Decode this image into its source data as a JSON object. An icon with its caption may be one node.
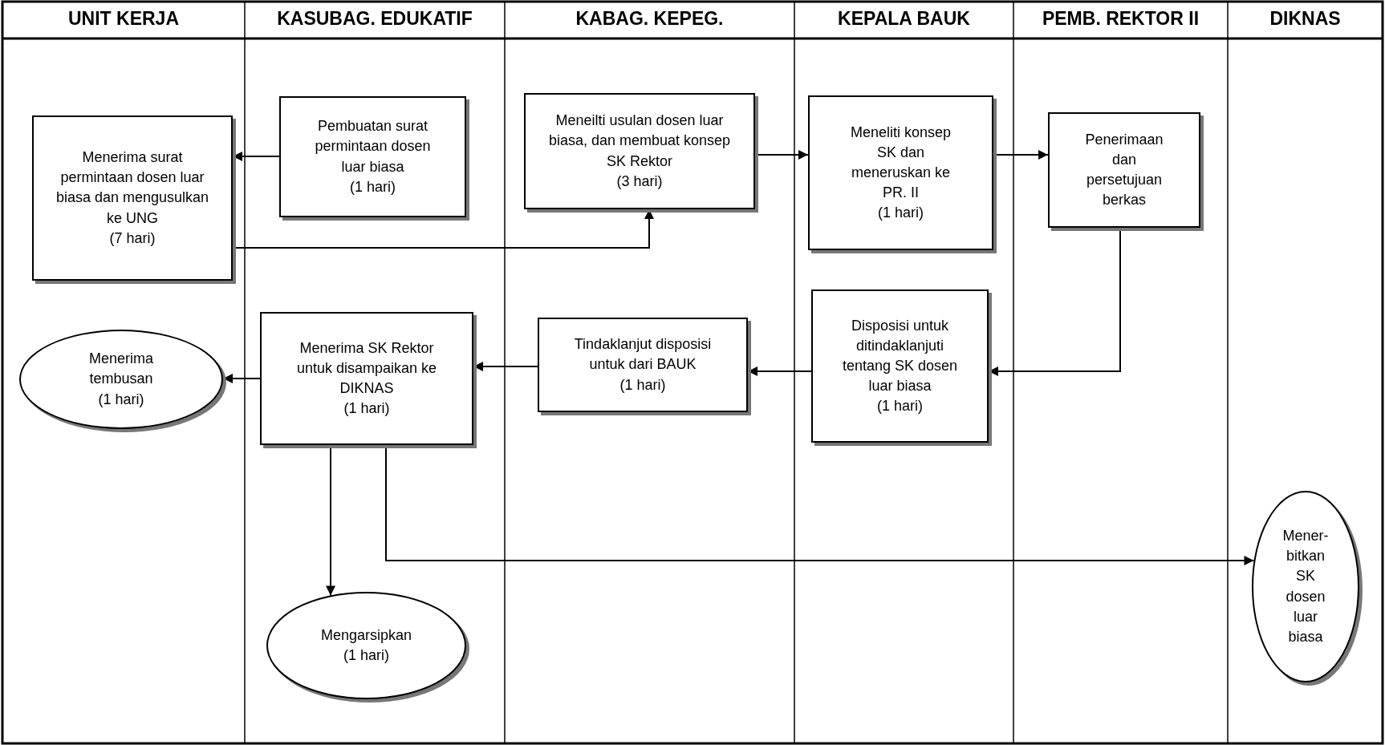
{
  "diagram": {
    "nodes": [
      {
        "text": [
          "Menerima surat permintaan dosen luar biasa dan mengusulkan ke UNG",
          "(7 hari)"
        ]
      },
      {
        "text": [
          "Pembuatan surat permintaan dosen luar biasa",
          "(1 hari)"
        ]
      },
      {
        "text": [
          "Meneilti usulan dosen luar biasa, dan membuat konsep SK Rektor",
          "(3 hari)"
        ]
      },
      {
        "text": [
          "Meneliti konsep SK dan meneruskan ke PR. II",
          "(1 hari)"
        ]
      },
      {
        "text": [
          "Penerimaan dan persetujuan berkas"
        ]
      },
      {
        "text": [
          "Disposisi untuk ditindaklanjuti tentang SK dosen luar biasa",
          "(1 hari)"
        ]
      },
      {
        "text": [
          "Tindaklanjut disposisi untuk dari BAUK",
          "(1 hari)"
        ]
      },
      {
        "text": [
          "Menerima SK Rektor untuk disampaikan ke DIKNAS",
          "(1 hari)"
        ]
      },
      {
        "text": [
          "Menerima tembusan",
          "(1 hari)"
        ]
      },
      {
        "text": [
          "Mengarsipkan",
          "(1 hari)"
        ]
      },
      {
        "text": [
          "Mener-bitkan SK dosen luar biasa"
        ]
      }
    ],
    "edges": [
      {
        "from": 1,
        "to": 0,
        "arrow": "to"
      },
      {
        "from": 0,
        "to": 2,
        "arrow": "to"
      },
      {
        "from": 2,
        "to": 3,
        "arrow": "to"
      },
      {
        "from": 3,
        "to": 4,
        "arrow": "to"
      },
      {
        "from": 4,
        "to": 5,
        "arrow": "to"
      },
      {
        "from": 5,
        "to": 6,
        "arrow": "to"
      },
      {
        "from": 6,
        "to": 7,
        "arrow": "to"
      },
      {
        "from": 7,
        "to": 8,
        "arrow": "to"
      },
      {
        "from": 7,
        "to": 9,
        "arrow": "to"
      },
      {
        "from": 7,
        "to": 10,
        "arrow": "to"
      }
    ],
    "labels": [
      "UNIT KERJA",
      "KASUBAG. EDUKATIF",
      "KABAG. KEPEG.",
      "KEPALA BAUK",
      "PEMB. REKTOR II",
      "DIKNAS"
    ]
  }
}
